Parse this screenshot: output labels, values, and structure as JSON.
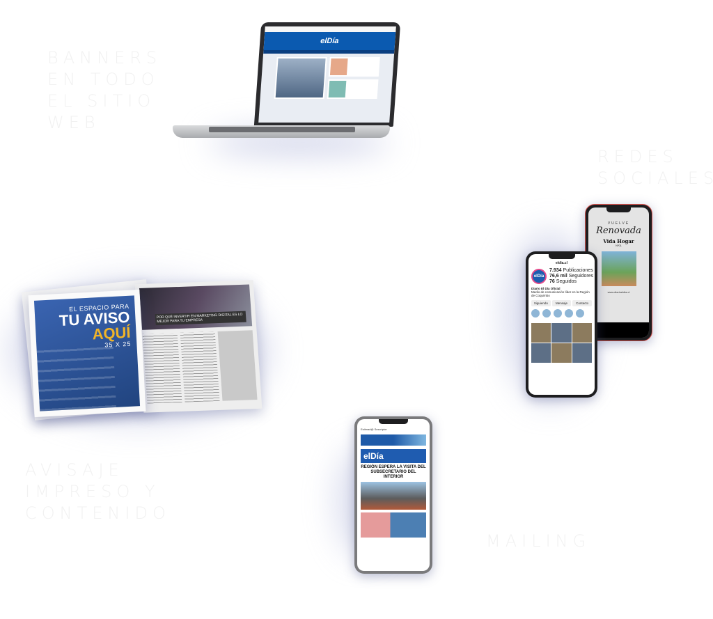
{
  "labels": {
    "banners": [
      "BANNERS",
      "EN TODO",
      "EL SITIO",
      "WEB"
    ],
    "redes": [
      "REDES",
      "SOCIALES"
    ],
    "avisaje": [
      "AVISAJE",
      "IMPRESO Y",
      "CONTENIDO"
    ],
    "mailing": "MAILING"
  },
  "laptop": {
    "site_logo": "elDía"
  },
  "magazine": {
    "kicker": "EL ESPACIO PARA",
    "title": "TU AVISO",
    "title_accent": "AQUÍ",
    "size": "35 X 25",
    "inner_headline": "POR QUÉ INVERTIR EN MARKETING DIGITAL ES LO MEJOR PARA TU EMPRESA"
  },
  "story": {
    "kicker": "VUELVE",
    "title": "Renovada",
    "brand": "Vida Hogar",
    "issue": "Nº01",
    "url": "www.diarioeldia.cl"
  },
  "instagram": {
    "handle": "eldia.cl",
    "avatar_text": "elDía",
    "stats": [
      {
        "value": "7.934",
        "label": "Publicaciones"
      },
      {
        "value": "76,6 mil",
        "label": "Seguidores"
      },
      {
        "value": "76",
        "label": "Seguidos"
      }
    ],
    "name": "Diario El Día Oficial",
    "bio": "Medio de comunicación líder en la Región de Coquimbo",
    "buttons": [
      "Siguiendo",
      "Mensaje",
      "Contacto"
    ]
  },
  "mail": {
    "greeting": "Estimad@ Suscriptor",
    "logo": "elDía",
    "headline": "REGIÓN ESPERA LA VISITA DEL SUBSECRETARIO DEL INTERIOR"
  },
  "colors": {
    "label": "#f1f1f1",
    "brand_blue": "#1f5cb0",
    "accent_yellow": "#f0b429"
  }
}
